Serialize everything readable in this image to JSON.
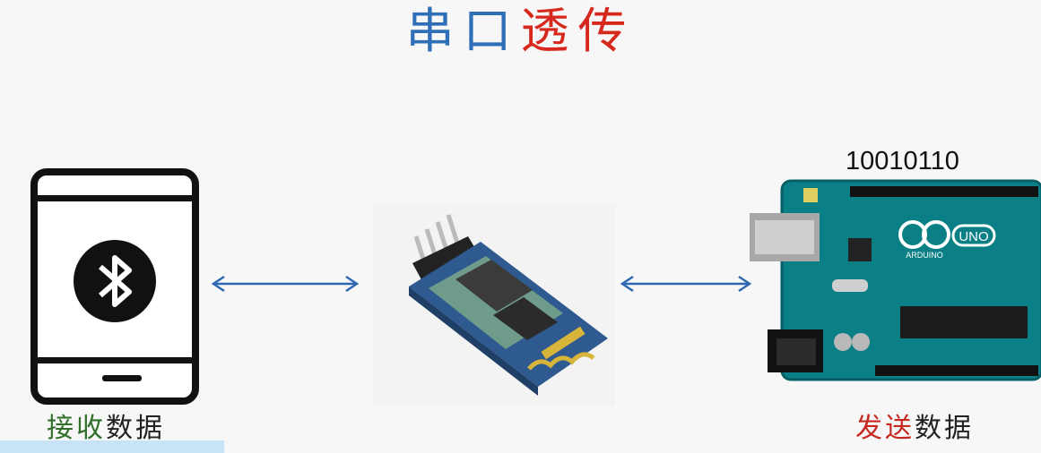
{
  "title": {
    "part1": "串口",
    "part2": "透传"
  },
  "phone": {
    "label_part1": "接收",
    "label_part2": "数据"
  },
  "arduino": {
    "binary": "10010110",
    "board_text": "UNO",
    "brand": "ARDUINO",
    "label_part1": "发送",
    "label_part2": "数据"
  },
  "colors": {
    "title_blue": "#2f6fb7",
    "title_red": "#d7281e",
    "arrow": "#2f67b0",
    "label_green": "#2f6f2a",
    "label_red": "#c62820"
  },
  "icons": [
    "bluetooth-icon",
    "phone-icon",
    "hc05-module",
    "arduino-board"
  ]
}
